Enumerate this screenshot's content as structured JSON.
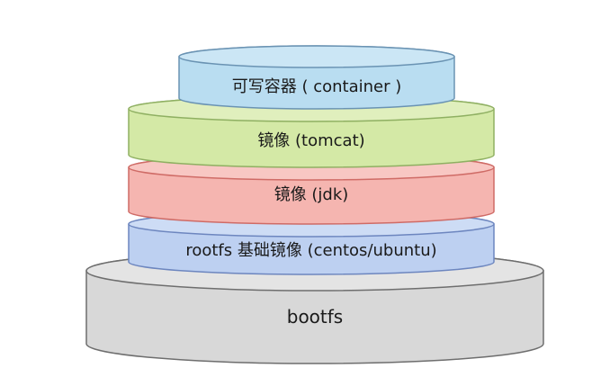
{
  "diagram": {
    "layers": [
      {
        "id": "container",
        "label": "可写容器 ( container )",
        "fill": "#b9ddf1",
        "stroke": "#6a93b3"
      },
      {
        "id": "tomcat",
        "label": "镜像 (tomcat)",
        "fill": "#d4e9a6",
        "stroke": "#8fb062"
      },
      {
        "id": "jdk",
        "label": "镜像 (jdk)",
        "fill": "#f5b5b0",
        "stroke": "#cf6b66"
      },
      {
        "id": "rootfs",
        "label": "rootfs 基础镜像 (centos/ubuntu)",
        "fill": "#bdd0f1",
        "stroke": "#6d86bf"
      },
      {
        "id": "bootfs",
        "label": "bootfs",
        "fill": "#d8d8d8",
        "stroke": "#6e6e6e"
      }
    ]
  }
}
